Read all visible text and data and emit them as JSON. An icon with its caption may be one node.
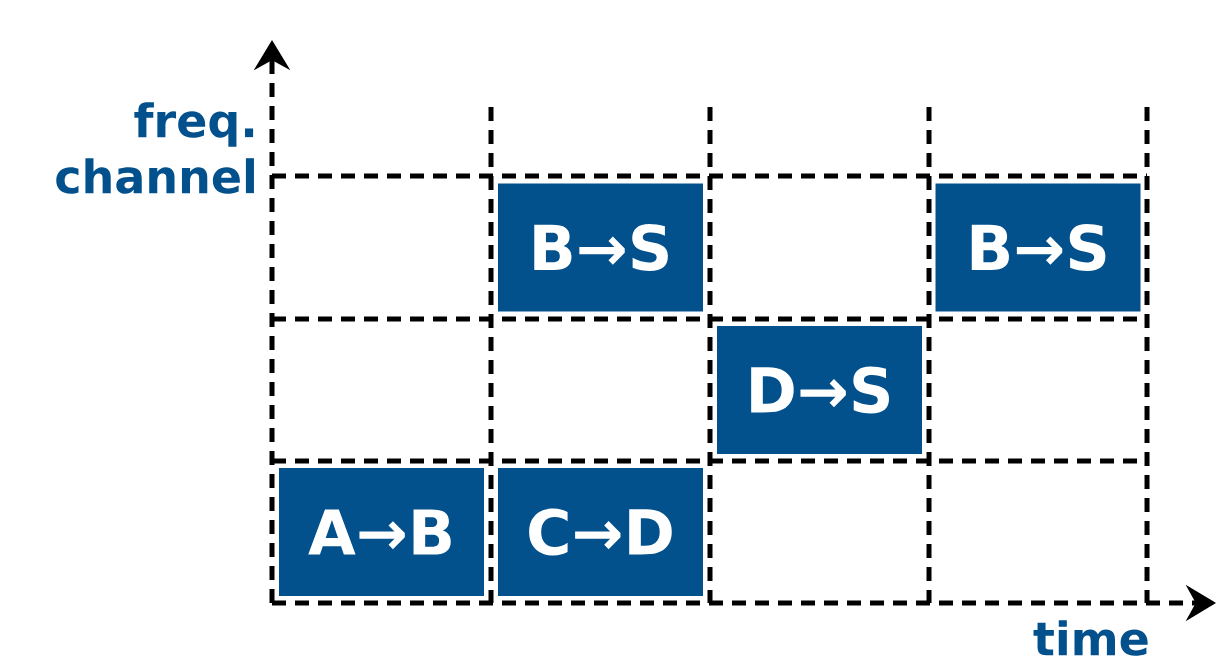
{
  "diagram": {
    "nodes": [
      {
        "text": [
          "B→S"
        ]
      },
      {
        "text": [
          "B→S"
        ]
      },
      {
        "text": [
          "D→S"
        ]
      },
      {
        "text": [
          "A→B"
        ]
      },
      {
        "text": [
          "C→D"
        ]
      }
    ],
    "labels": [
      "freq. channel",
      "time"
    ]
  }
}
